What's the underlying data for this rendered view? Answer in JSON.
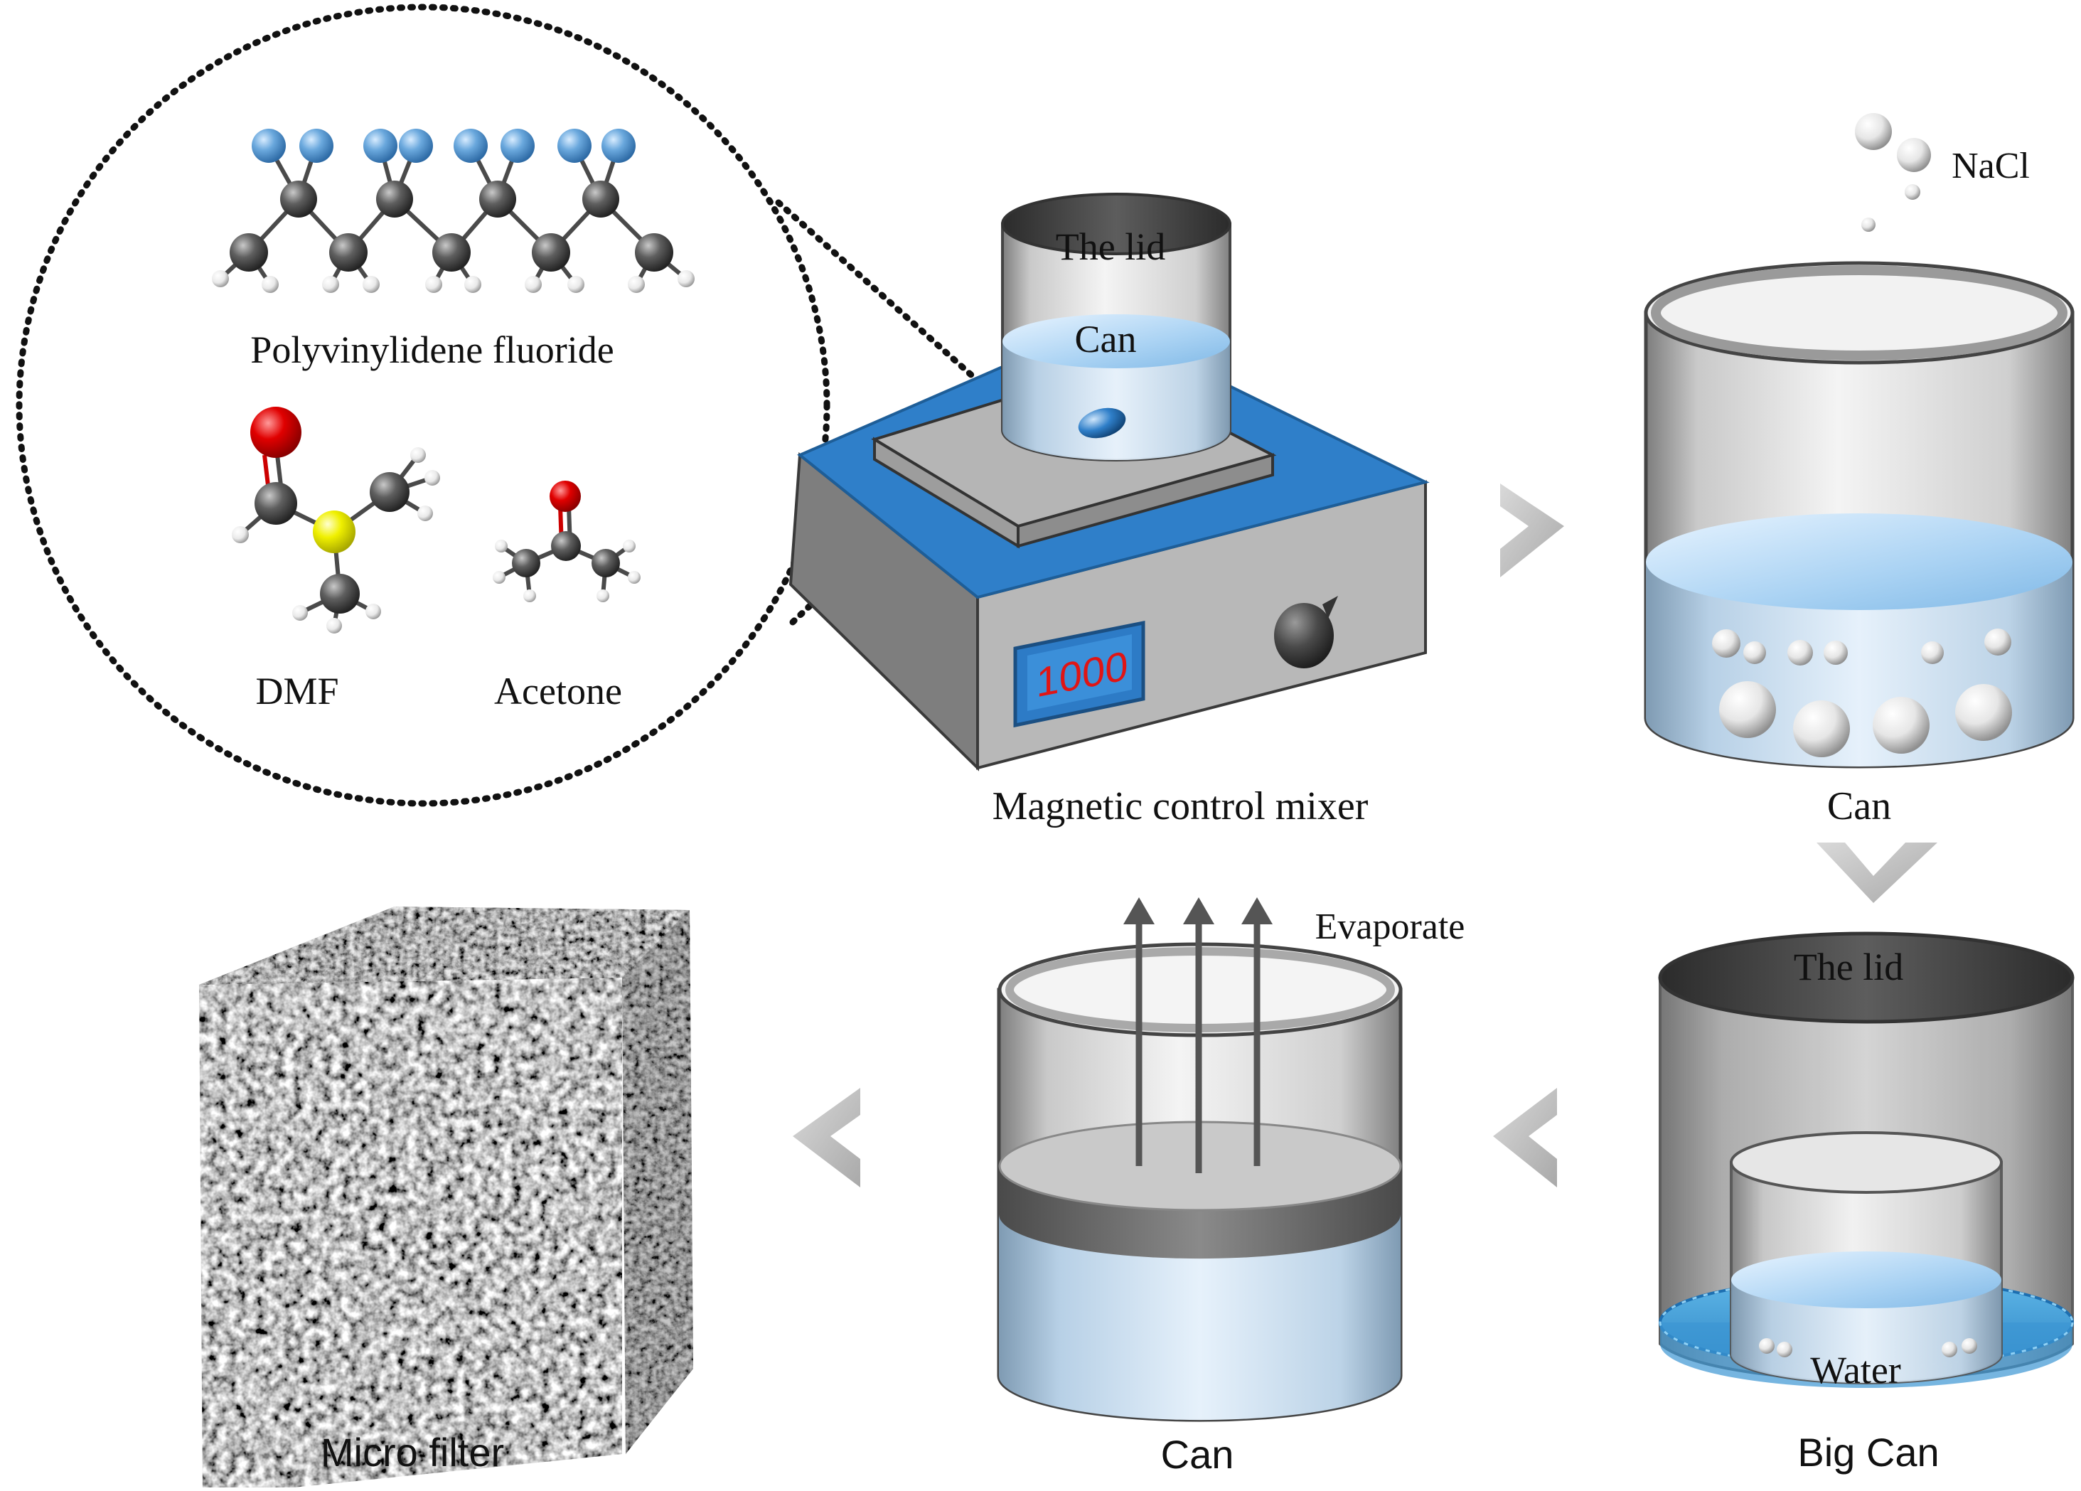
{
  "molecules": {
    "pvdf_label": "Polyvinylidene fluoride",
    "dmf_label": "DMF",
    "acetone_label": "Acetone"
  },
  "mixer": {
    "lid_label": "The lid",
    "can_label": "Can",
    "display_value": "1000",
    "caption": "Magnetic control mixer"
  },
  "salt_can": {
    "salt_label": "NaCl",
    "caption": "Can"
  },
  "big_can": {
    "lid_label": "The lid",
    "water_label": "Water",
    "caption": "Big Can"
  },
  "evaporate_can": {
    "evaporate_label": "Evaporate",
    "caption": "Can"
  },
  "filter": {
    "caption": "Micro filter"
  },
  "colors": {
    "fluorine": "#6aa8dd",
    "carbon": "#555555",
    "oxygen": "#e00000",
    "sulfur": "#f0f000",
    "mixer_top": "#2f7fc9",
    "display_text": "#e01515",
    "water": "#b9dcf2",
    "flow_arrow": "#c8c8c8"
  }
}
